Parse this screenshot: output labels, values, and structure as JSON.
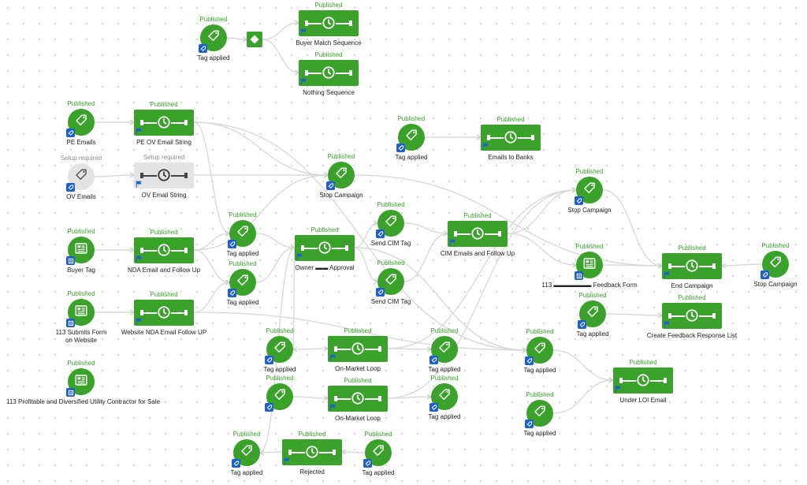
{
  "colors": {
    "published": "#3aa12b",
    "pending": "#e3e3e3",
    "badge": "#1d5fd1",
    "edge": "#d9d9d9"
  },
  "status": {
    "published": "Published",
    "setup": "Setup required"
  },
  "nodes": {
    "tag_top": {
      "label": "Tag applied",
      "kind": "tag"
    },
    "buyer_match": {
      "label": "Buyer Match Sequence",
      "kind": "sequence"
    },
    "nothing_seq": {
      "label": "Nothing Sequence",
      "kind": "sequence"
    },
    "pe_emails": {
      "label": "PE Emails",
      "kind": "tag"
    },
    "pe_ov": {
      "label": "PE OV Email String",
      "kind": "sequence"
    },
    "ov_emails": {
      "label": "OV Emails",
      "kind": "tag"
    },
    "ov_string": {
      "label": "OV Email String",
      "kind": "sequence"
    },
    "buyer_tag": {
      "label": "Buyer Tag",
      "kind": "form"
    },
    "nda_follow": {
      "label": "NDA Email and Follow Up",
      "kind": "sequence"
    },
    "submits_form": {
      "label": "113 Submits Form\non Website",
      "kind": "form"
    },
    "web_nda": {
      "label": "Website NDA Email Follow UP",
      "kind": "sequence"
    },
    "profitable": {
      "label": "113 Profitable and Diversified Utility Contractor for Sale",
      "kind": "form"
    },
    "tag_mid1": {
      "label": "Tag applied",
      "kind": "tag"
    },
    "tag_mid2": {
      "label": "Tag applied",
      "kind": "tag"
    },
    "stop_c1": {
      "label": "Stop Campaign",
      "kind": "tag"
    },
    "owner_approval": {
      "label": "Owner  ▬▬  Approval",
      "kind": "sequence"
    },
    "send_cim1": {
      "label": "Send CIM Tag",
      "kind": "tag"
    },
    "send_cim2": {
      "label": "Send CIM Tag",
      "kind": "tag"
    },
    "tag_banks": {
      "label": "Tag applied",
      "kind": "tag"
    },
    "emails_banks": {
      "label": "Emails to Banks",
      "kind": "sequence"
    },
    "cim_follow": {
      "label": "CIM Emails and Follow Up",
      "kind": "sequence"
    },
    "stop_c2": {
      "label": "Stop Campaign",
      "kind": "tag"
    },
    "feedback_form": {
      "label": "113 ▬▬▬▬▬▬ Feedback Form",
      "kind": "form"
    },
    "end_campaign": {
      "label": "End Campaign",
      "kind": "sequence"
    },
    "stop_c3": {
      "label": "Stop Campaign",
      "kind": "tag"
    },
    "tag_feedback": {
      "label": "Tag applied",
      "kind": "tag"
    },
    "create_feedback": {
      "label": "Create Feedback Response List",
      "kind": "sequence"
    },
    "tag_ml1a": {
      "label": "Tag applied",
      "kind": "tag"
    },
    "onmarket1": {
      "label": "On-Market Loop",
      "kind": "sequence"
    },
    "tag_ml1b": {
      "label": "Tag applied",
      "kind": "tag"
    },
    "tag_ml2a": {
      "label": "",
      "kind": "tag"
    },
    "onmarket2": {
      "label": "On-Market Loop",
      "kind": "sequence"
    },
    "tag_ml2b": {
      "label": "Tag applied",
      "kind": "tag"
    },
    "tag_loi1": {
      "label": "Tag applied",
      "kind": "tag"
    },
    "tag_loi2": {
      "label": "Tag applied",
      "kind": "tag"
    },
    "under_loi": {
      "label": "Under LOI Email",
      "kind": "sequence"
    },
    "tag_rej_a": {
      "label": "Tag applied",
      "kind": "tag"
    },
    "rejected": {
      "label": "Rejected",
      "kind": "sequence"
    },
    "tag_rej_b": {
      "label": "Tag applied",
      "kind": "tag"
    }
  }
}
